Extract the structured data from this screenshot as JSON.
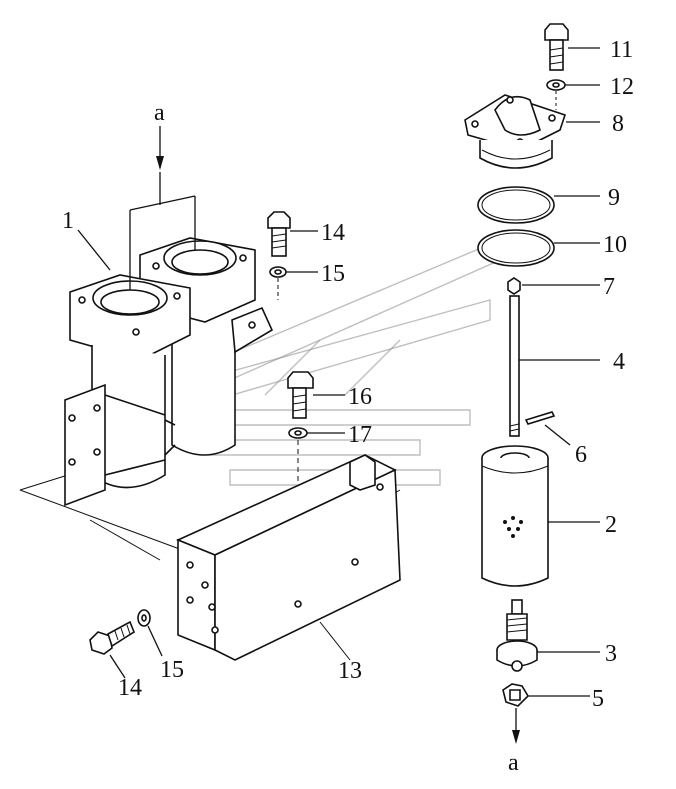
{
  "diagram": {
    "callouts": [
      {
        "id": "c1",
        "text": "1"
      },
      {
        "id": "c2",
        "text": "2"
      },
      {
        "id": "c3",
        "text": "3"
      },
      {
        "id": "c4",
        "text": "4"
      },
      {
        "id": "c5",
        "text": "5"
      },
      {
        "id": "c6",
        "text": "6"
      },
      {
        "id": "c7",
        "text": "7"
      },
      {
        "id": "c8",
        "text": "8"
      },
      {
        "id": "c9",
        "text": "9"
      },
      {
        "id": "c10",
        "text": "10"
      },
      {
        "id": "c11",
        "text": "11"
      },
      {
        "id": "c12",
        "text": "12"
      },
      {
        "id": "c13",
        "text": "13"
      },
      {
        "id": "c14a",
        "text": "14"
      },
      {
        "id": "c14b",
        "text": "14"
      },
      {
        "id": "c15a",
        "text": "15"
      },
      {
        "id": "c15b",
        "text": "15"
      },
      {
        "id": "c16",
        "text": "16"
      },
      {
        "id": "c17",
        "text": "17"
      }
    ],
    "connection_marks": [
      {
        "id": "top",
        "text": "a"
      },
      {
        "id": "bottom",
        "text": "a"
      }
    ]
  }
}
